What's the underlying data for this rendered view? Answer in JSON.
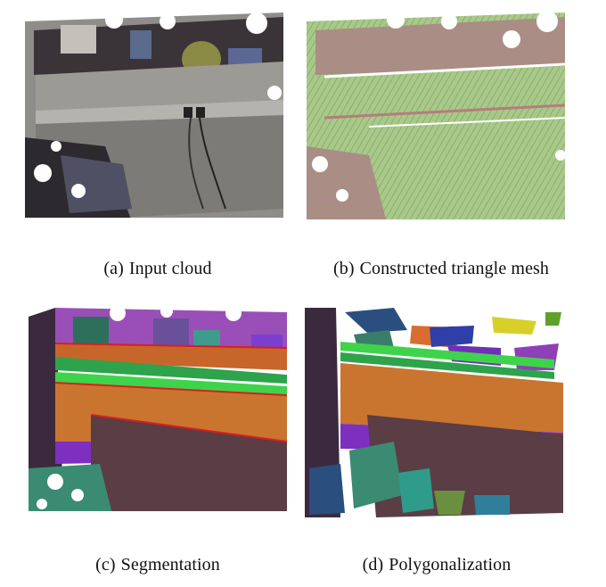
{
  "figure": {
    "panels": [
      {
        "tag": "(a)",
        "caption": "Input cloud"
      },
      {
        "tag": "(b)",
        "caption": "Constructed triangle mesh"
      },
      {
        "tag": "(c)",
        "caption": "Segmentation"
      },
      {
        "tag": "(d)",
        "caption": "Polygonalization"
      }
    ]
  }
}
